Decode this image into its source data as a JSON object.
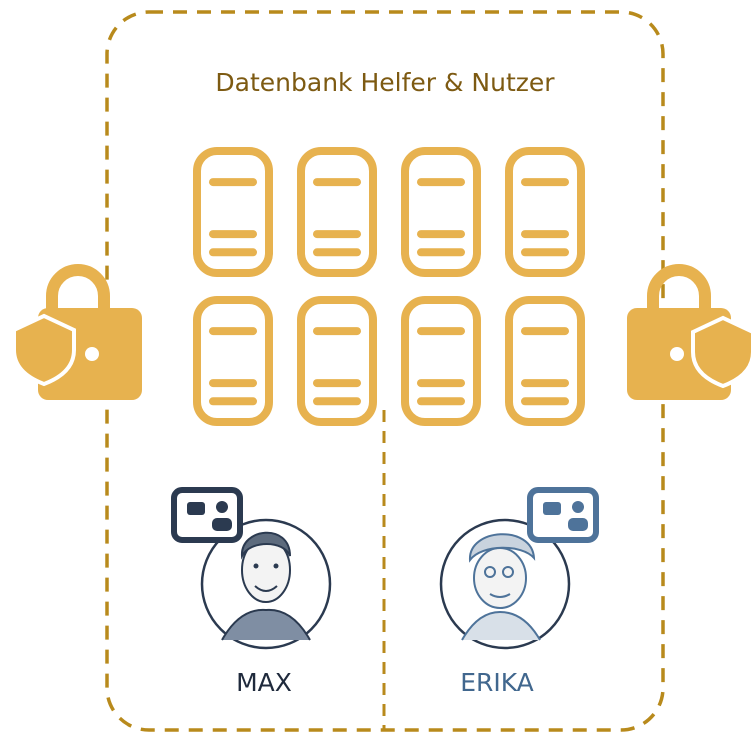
{
  "title": "Datenbank Helfer & Nutzer",
  "colors": {
    "gold": "#E7B24F",
    "gold_text": "#7D5A12",
    "dash": "#B88A1C",
    "max_navy": "#2B3A50",
    "erika_blue": "#4E739A"
  },
  "database": {
    "rows": 2,
    "columns": 4,
    "icon": "server-icon"
  },
  "locks": [
    {
      "name": "lock-shield-left",
      "icon": "padlock-shield-icon"
    },
    {
      "name": "lock-shield-right",
      "icon": "padlock-shield-icon"
    }
  ],
  "users": [
    {
      "name": "MAX",
      "icon": "id-card-icon"
    },
    {
      "name": "ERIKA",
      "icon": "id-card-icon"
    }
  ]
}
